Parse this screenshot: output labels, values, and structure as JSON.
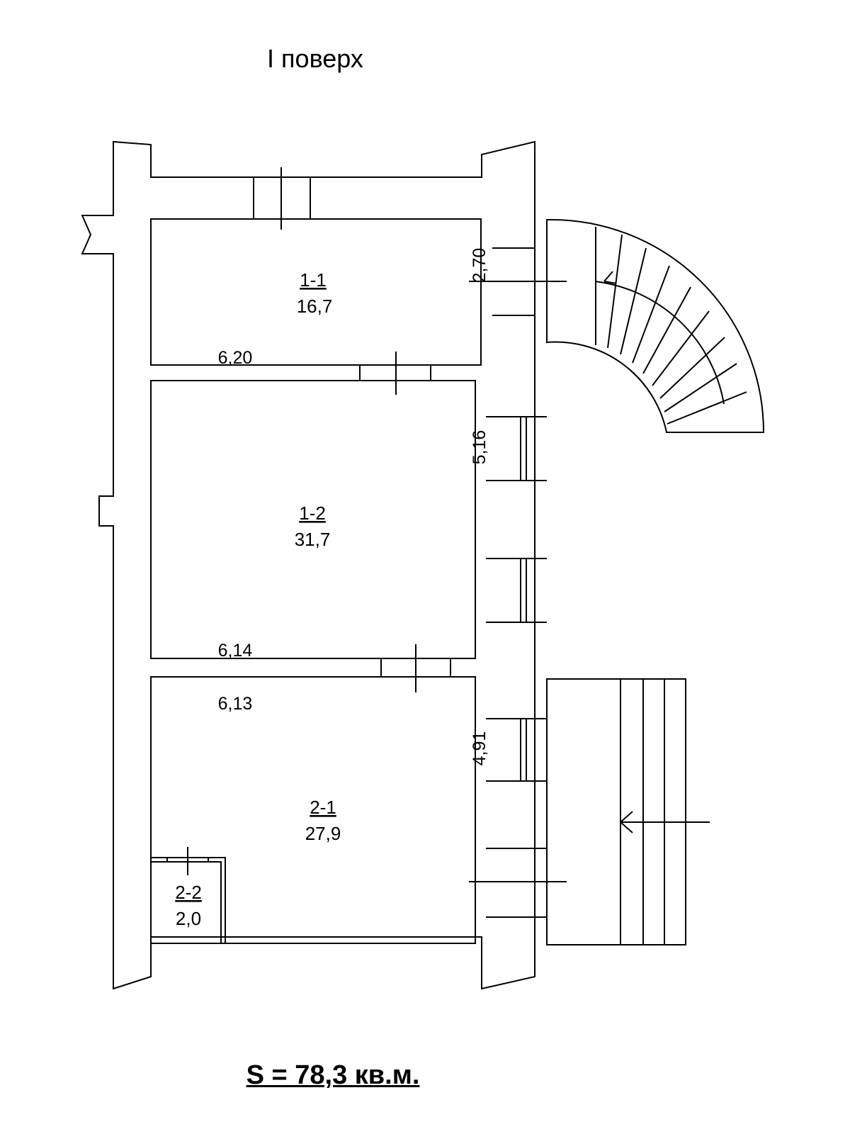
{
  "title": "I поверх",
  "total_area_label": "S = 78,3 кв.м.",
  "rooms": [
    {
      "id": "1-1",
      "area": "16,7",
      "width": "6,20",
      "height": "2,70"
    },
    {
      "id": "1-2",
      "area": "31,7",
      "width": "6,14",
      "height": "5,16"
    },
    {
      "id": "2-1",
      "area": "27,9",
      "width_top": "6,13",
      "height": "4,91"
    },
    {
      "id": "2-2",
      "area": "2,0"
    }
  ],
  "colors": {
    "line": "#000000",
    "background": "#ffffff"
  }
}
